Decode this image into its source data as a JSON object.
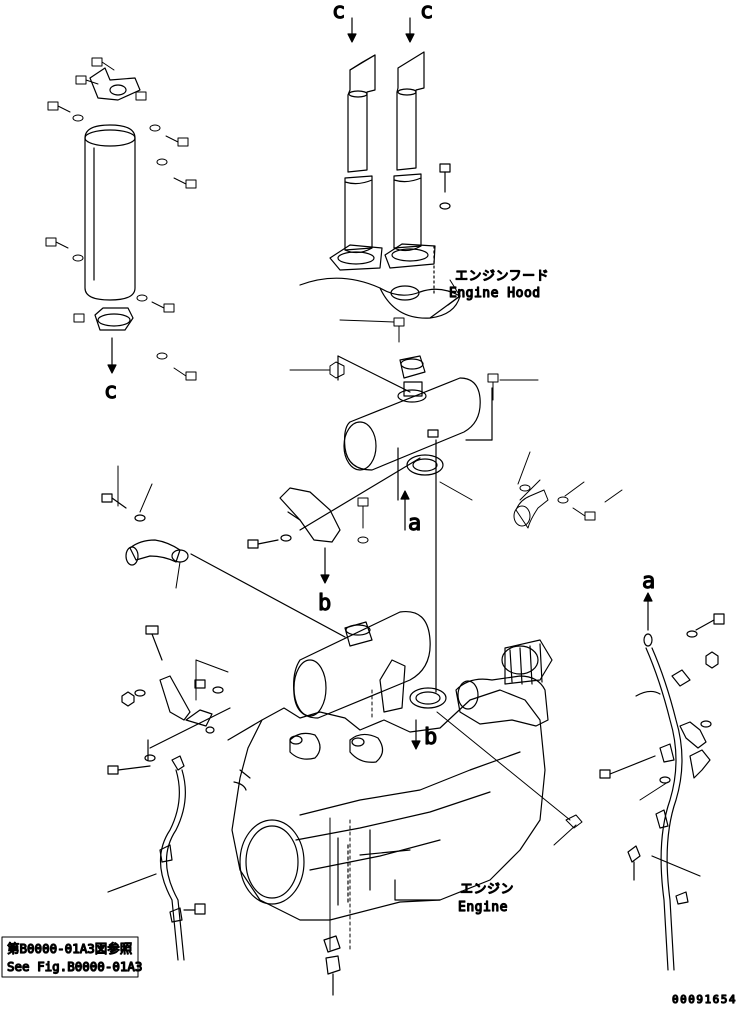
{
  "labels": {
    "c_arrow_1": "c",
    "c_arrow_2": "c",
    "c_arrow_3": "c",
    "a_arrow_1": "a",
    "a_arrow_2": "a",
    "b_arrow_1": "b",
    "b_arrow_2": "b",
    "engine_hood_jp": "エンジンフード",
    "engine_hood_en": "Engine Hood",
    "engine_jp": "エンジン",
    "engine_en": "Engine",
    "ref_jp": "第B0000-01A3図参照",
    "ref_en": "See Fig.B0000-01A3",
    "drawing_code": "00091654"
  }
}
